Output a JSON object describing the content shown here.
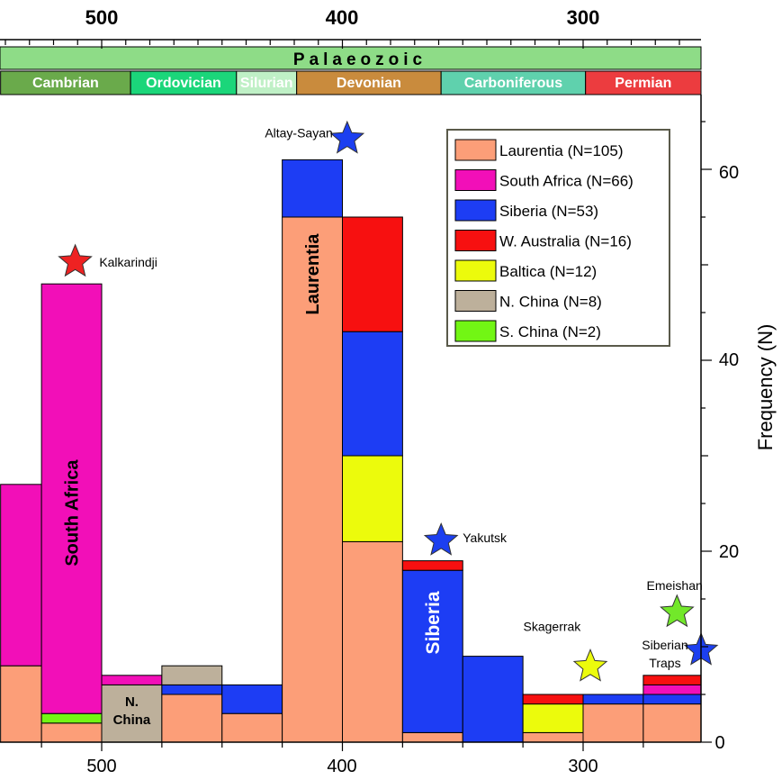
{
  "chart_data": {
    "type": "bar",
    "stacked": true,
    "xlabel": "",
    "ylabel": "Frequency (N)",
    "x_axis_reversed": true,
    "xlim": [
      542,
      250
    ],
    "ylim": [
      0,
      69
    ],
    "x_ticks_major": [
      "500",
      "400",
      "300"
    ],
    "x_tick_values_major": [
      500,
      400,
      300
    ],
    "y_ticks": [
      "0",
      "20",
      "40",
      "60"
    ],
    "y_tick_values": [
      0,
      20,
      40,
      60
    ],
    "era": {
      "label": "Palaeozoic",
      "color": "#8edc87"
    },
    "periods": [
      {
        "label": "Cambrian",
        "start": 542,
        "end": 488,
        "color": "#6aaa4b",
        "text_color": "#ffffff"
      },
      {
        "label": "Ordovician",
        "start": 488,
        "end": 444,
        "color": "#1bd67a",
        "text_color": "#ffffff"
      },
      {
        "label": "Silurian",
        "start": 444,
        "end": 419,
        "color": "#bff0c6",
        "text_color": "#000000"
      },
      {
        "label": "Devonian",
        "start": 419,
        "end": 359,
        "color": "#c98b3d",
        "text_color": "#000000"
      },
      {
        "label": "Carboniferous",
        "start": 359,
        "end": 299,
        "color": "#5fd1ad",
        "text_color": "#ffffff"
      },
      {
        "label": "Permian",
        "start": 299,
        "end": 250,
        "color": "#ec3c3f",
        "text_color": "#000000"
      }
    ],
    "series": [
      {
        "name": "Laurentia (N=105)",
        "color": "#fc9e78"
      },
      {
        "name": "South Africa (N=66)",
        "color": "#f20fb8"
      },
      {
        "name": "Siberia (N=53)",
        "color": "#1d3df4"
      },
      {
        "name": "W. Australia (N=16)",
        "color": "#f71010"
      },
      {
        "name": "Baltica (N=12)",
        "color": "#ecfb0c"
      },
      {
        "name": "N. China (N=8)",
        "color": "#bdb09b"
      },
      {
        "name": "S. China (N=2)",
        "color": "#72f614"
      }
    ],
    "bins": [
      {
        "x0": 542,
        "x1": 525,
        "stack": [
          {
            "series": 0,
            "value": 8
          },
          {
            "series": 1,
            "value": 19
          }
        ]
      },
      {
        "x0": 525,
        "x1": 500,
        "stack": [
          {
            "series": 0,
            "value": 2
          },
          {
            "series": 6,
            "value": 1
          },
          {
            "series": 1,
            "value": 45
          }
        ]
      },
      {
        "x0": 500,
        "x1": 475,
        "stack": [
          {
            "series": 5,
            "value": 6
          },
          {
            "series": 1,
            "value": 1
          }
        ]
      },
      {
        "x0": 475,
        "x1": 450,
        "stack": [
          {
            "series": 0,
            "value": 5
          },
          {
            "series": 2,
            "value": 1
          },
          {
            "series": 5,
            "value": 2
          }
        ]
      },
      {
        "x0": 450,
        "x1": 425,
        "stack": [
          {
            "series": 0,
            "value": 3
          },
          {
            "series": 2,
            "value": 3
          }
        ]
      },
      {
        "x0": 425,
        "x1": 400,
        "stack": [
          {
            "series": 0,
            "value": 55
          },
          {
            "series": 2,
            "value": 6
          }
        ]
      },
      {
        "x0": 400,
        "x1": 375,
        "stack": [
          {
            "series": 0,
            "value": 21
          },
          {
            "series": 4,
            "value": 9
          },
          {
            "series": 2,
            "value": 13
          },
          {
            "series": 3,
            "value": 12
          }
        ]
      },
      {
        "x0": 375,
        "x1": 350,
        "stack": [
          {
            "series": 0,
            "value": 1
          },
          {
            "series": 2,
            "value": 17
          },
          {
            "series": 3,
            "value": 1
          }
        ]
      },
      {
        "x0": 350,
        "x1": 325,
        "stack": [
          {
            "series": 2,
            "value": 9
          }
        ]
      },
      {
        "x0": 325,
        "x1": 300,
        "stack": [
          {
            "series": 0,
            "value": 1
          },
          {
            "series": 4,
            "value": 3
          },
          {
            "series": 3,
            "value": 1
          }
        ]
      },
      {
        "x0": 300,
        "x1": 275,
        "stack": [
          {
            "series": 0,
            "value": 4
          },
          {
            "series": 2,
            "value": 1
          }
        ]
      },
      {
        "x0": 275,
        "x1": 250,
        "stack": [
          {
            "series": 0,
            "value": 4
          },
          {
            "series": 2,
            "value": 1
          },
          {
            "series": 1,
            "value": 1
          },
          {
            "series": 3,
            "value": 1
          }
        ]
      }
    ],
    "bar_labels": [
      {
        "text": "South Africa",
        "x": 512.5,
        "y": 24,
        "rotate": true,
        "color": "#000000"
      },
      {
        "text": "N. China",
        "x": 487.5,
        "y": 3,
        "rotate": false,
        "color": "#000000"
      },
      {
        "text": "Laurentia",
        "x": 412.5,
        "y": 49,
        "rotate": true,
        "color": "#000000"
      },
      {
        "text": "Siberia",
        "x": 362.5,
        "y": 12.5,
        "rotate": true,
        "color": "#ffffff"
      }
    ],
    "annotations": [
      {
        "text": "Kalkarindji",
        "star_x": 511,
        "star_y": 50.3,
        "star_color": "#ee2222",
        "label_x": 501,
        "label_y": 50.3,
        "anchor": "start"
      },
      {
        "text": "Altay-Sayan",
        "star_x": 398,
        "star_y": 63.2,
        "star_color": "#1c3ff0",
        "label_x": 404,
        "label_y": 63.8,
        "anchor": "end"
      },
      {
        "text": "Yakutsk",
        "star_x": 359,
        "star_y": 21.1,
        "star_color": "#1c3ff0",
        "label_x": 350,
        "label_y": 21.4,
        "anchor": "start"
      },
      {
        "text": "Skagerrak",
        "star_x": 297,
        "star_y": 7.9,
        "star_color": "#ecfb0c",
        "label_x": 301,
        "label_y": 12.1,
        "anchor": "end"
      },
      {
        "text": "Emeishan",
        "star_x": 261,
        "star_y": 13.6,
        "star_color": "#72e82a",
        "label_x": 262,
        "label_y": 16.4,
        "anchor": "middle"
      },
      {
        "text": "Siberian",
        "star_x": 251,
        "star_y": 9.6,
        "star_color": "#1c3ff0",
        "label_x": 266,
        "label_y": 10.2,
        "anchor": "middle"
      },
      {
        "text": "Traps",
        "star_x": null,
        "star_y": null,
        "star_color": "",
        "label_x": 266,
        "label_y": 8.3,
        "anchor": "middle"
      }
    ]
  }
}
